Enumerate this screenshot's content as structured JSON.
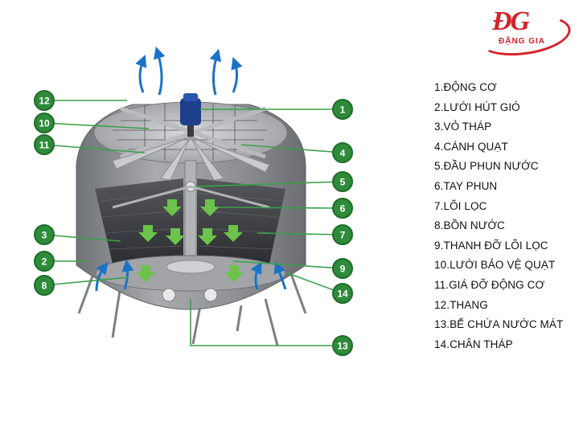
{
  "logo": {
    "mark": "ĐG",
    "name": "ĐẶNG GIA",
    "color": "#d6222a"
  },
  "legend": [
    "1.ĐỘNG CƠ",
    "2.LƯỚI HÚT GIÓ",
    "3.VỎ THÁP",
    "4.CÁNH QUẠT",
    "5.ĐẦU PHUN NƯỚC",
    "6.TAY PHUN",
    "7.LÕI LỌC",
    "8.BỒN NƯỚC",
    "9.THANH ĐỠ LÕI LỌC",
    "10.LƯỚI BẢO VỆ QUẠT",
    "11.GIÁ ĐỠ ĐỘNG CƠ",
    "12.THANG",
    "13.BỂ CHỨA NƯỚC MÁT",
    "14.CHÂN THÁP"
  ],
  "callouts": [
    "1",
    "2",
    "3",
    "4",
    "5",
    "6",
    "7",
    "8",
    "9",
    "10",
    "11",
    "12",
    "13",
    "14"
  ],
  "colors": {
    "callout_fill": "#2e8b3a",
    "callout_ring": "#1f6d2a",
    "leader_line": "#3aa04a",
    "air_arrow": "#1a73c8",
    "water_arrow": "#6cc24a",
    "tower_shell": "#8d8f92",
    "fill_media": "#3b3d42",
    "motor": "#1e3f8a"
  },
  "icons": [
    "air-flow-arrow-icon",
    "water-flow-arrow-icon",
    "motor-icon"
  ]
}
